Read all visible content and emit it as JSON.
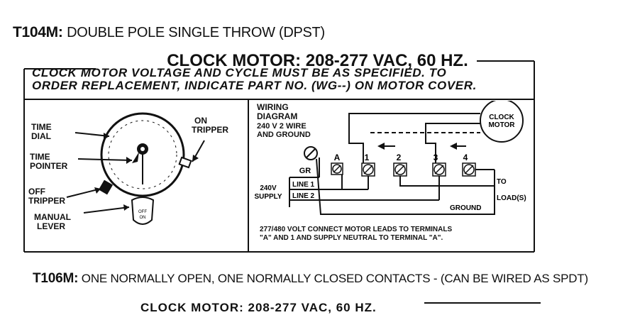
{
  "heading": {
    "code": "T104M:",
    "text": "DOUBLE POLE SINGLE THROW (DPST)"
  },
  "clock_motor_title": "CLOCK MOTOR: 208-277 VAC, 60 HZ.",
  "notice": {
    "line1": "CLOCK MOTOR VOLTAGE AND CYCLE MUST BE AS SPECIFIED. TO",
    "line2": "ORDER REPLACEMENT, INDICATE PART NO. (WG--) ON MOTOR COVER."
  },
  "dial_labels": {
    "time_dial_1": "TIME",
    "time_dial_2": "DIAL",
    "on_tripper_1": "ON",
    "on_tripper_2": "TRIPPER",
    "time_pointer_1": "TIME",
    "time_pointer_2": "POINTER",
    "off_tripper_1": "OFF",
    "off_tripper_2": "TRIPPER",
    "manual_lever_1": "MANUAL",
    "manual_lever_2": "LEVER",
    "lever_on": "ON",
    "lever_off": "OFF"
  },
  "wiring": {
    "title_1": "WIRING",
    "title_2": "DIAGRAM",
    "subtitle_1": "240 V 2 WIRE",
    "subtitle_2": "AND GROUND",
    "clock_motor_1": "CLOCK",
    "clock_motor_2": "MOTOR",
    "terminals": [
      "A",
      "1",
      "2",
      "3",
      "4"
    ],
    "gr": "GR",
    "line1": "LINE 1",
    "line2": "LINE 2",
    "supply_1": "240V",
    "supply_2": "SUPPLY",
    "to_load_1": "TO",
    "to_load_2": "LOAD(S)",
    "ground": "GROUND",
    "note_1": "277/480 VOLT CONNECT MOTOR LEADS TO TERMINALS",
    "note_2": "\"A\" AND 1 AND SUPPLY NEUTRAL TO TERMINAL \"A\"."
  },
  "heading2": {
    "code": "T106M:",
    "text": "ONE NORMALLY OPEN, ONE NORMALLY CLOSED CONTACTS - (CAN BE WIRED AS SPDT)"
  },
  "bottom_cut": "CLOCK MOTOR: 208-277 VAC, 60 HZ."
}
